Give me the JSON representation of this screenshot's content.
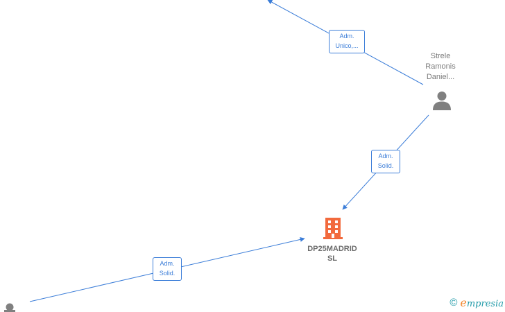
{
  "colors": {
    "edge": "#3b7dd8",
    "person_icon": "#808080",
    "company_icon": "#f26a3d",
    "brand": "#1f9aa8",
    "brand_accent": "#f2862d"
  },
  "nodes": {
    "person_strele": {
      "name_lines": [
        "Strele",
        "Ramonis",
        "Daniel..."
      ],
      "icon": "person-icon"
    },
    "company": {
      "name_lines": [
        "DP25MADRID",
        "SL"
      ],
      "icon": "building-icon"
    },
    "person_bottom_left": {
      "icon": "person-icon"
    }
  },
  "edges": {
    "top": {
      "label_lines": [
        "Adm.",
        "Unico,..."
      ]
    },
    "middle": {
      "label_lines": [
        "Adm.",
        "Solid."
      ]
    },
    "bottom": {
      "label_lines": [
        "Adm.",
        "Solid."
      ]
    }
  },
  "watermark": {
    "copyright": "©",
    "brand_initial": "e",
    "brand_rest": "mpresia"
  }
}
